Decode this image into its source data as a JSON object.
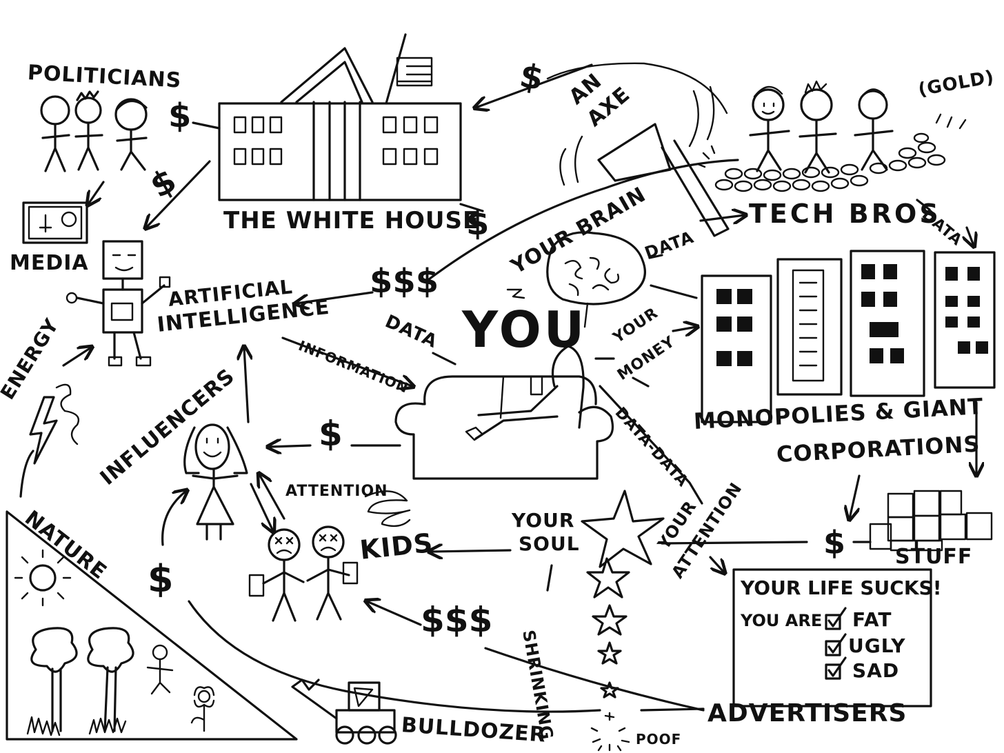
{
  "nodes": {
    "politicians": "POLITICIANS",
    "white_house": "THE WHITE HOUSE",
    "media": "MEDIA",
    "ai_line1": "ARTIFICIAL",
    "ai_line2": "INTELLIGENCE",
    "energy": "ENERGY",
    "influencers": "INFLUENCERS",
    "nature": "NATURE",
    "kids": "KIDS",
    "bulldozer": "BULLDOZER",
    "you": "YOU",
    "your_brain": "YOUR BRAIN",
    "an_axe_line1": "AN",
    "an_axe_line2": "AXE",
    "tech_bros": "TECH BROS",
    "gold": "(GOLD)",
    "monopolies_line1": "MONOPOLIES & GIANT",
    "monopolies_line2": "CORPORATIONS",
    "stuff": "STUFF",
    "your_soul_line1": "YOUR",
    "your_soul_line2": "SOUL",
    "advertisers": "ADVERTISERS",
    "poof": "POOF",
    "shrinking": "SHRINKING"
  },
  "flows": {
    "data_brain": "DATA",
    "data_techbros": "DATA",
    "data_ai": "DATA",
    "information": "INFORMATION",
    "attention_kids": "ATTENTION",
    "your_money_line1": "YOUR",
    "your_money_line2": "MONEY",
    "data_data": "DATA-DATA",
    "your_attention_line1": "YOUR",
    "your_attention_line2": "ATTENTION"
  },
  "money": {
    "single": "$",
    "triple": "$$$"
  },
  "ad": {
    "headline": "YOUR LIFE SUCKS!",
    "you_are": "YOU ARE",
    "options": [
      "FAT",
      "UGLY",
      "SAD"
    ],
    "checked": [
      true,
      true,
      true
    ]
  }
}
